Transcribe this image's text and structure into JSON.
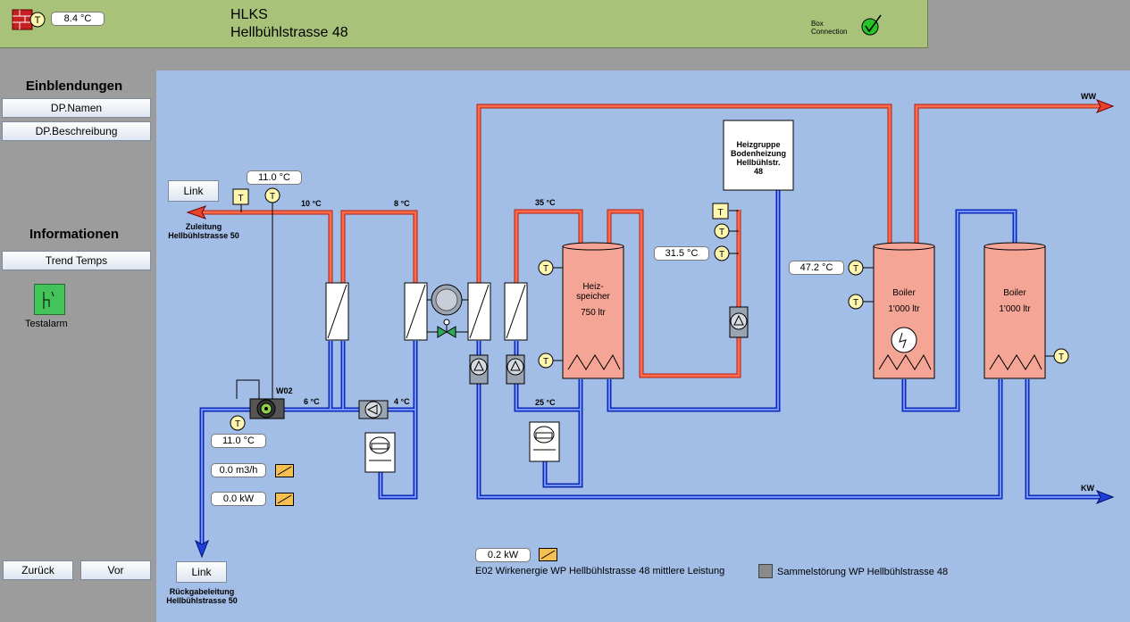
{
  "header": {
    "outside_temp": "8.4 °C",
    "title": "HLKS",
    "subtitle": "Hellbühlstrasse 48",
    "box_connection_line1": "Box",
    "box_connection_line2": "Connection"
  },
  "sidebar": {
    "einblendungen_title": "Einblendungen",
    "dp_namen": "DP.Namen",
    "dp_beschreibung": "DP.Beschreibung",
    "informationen_title": "Informationen",
    "trend_temps": "Trend Temps",
    "testalarm": "Testalarm",
    "zurueck": "Zurück",
    "vor": "Vor"
  },
  "diagram": {
    "link_top": "Link",
    "zuleitung_line1": "Zuleitung",
    "zuleitung_line2": "Hellbühlstrasse 50",
    "link_bottom": "Link",
    "rueckgabe_line1": "Rückgabeleitung",
    "rueckgabe_line2": "Hellbühlstrasse 50",
    "temp_top": "11.0 °C",
    "temp_return": "11.0 °C",
    "flow": "0.0 m3/h",
    "power": "0.0 kW",
    "heizgruppe_temp": "31.5 °C",
    "boiler_temp": "47.2 °C",
    "label_10c": "10 °C",
    "label_8c": "8 °C",
    "label_35c": "35 °C",
    "label_6c": "6 °C",
    "label_4c": "4 °C",
    "label_25c": "25 °C",
    "w02": "W02",
    "heizspeicher_line1": "Heiz-",
    "heizspeicher_line2": "speicher",
    "heizspeicher_volume": "750 ltr",
    "boiler1_title": "Boiler",
    "boiler1_volume": "1'000 ltr",
    "boiler2_title": "Boiler",
    "boiler2_volume": "1'000 ltr",
    "heizgruppe_line1": "Heizgruppe",
    "heizgruppe_line2": "Bodenheizung",
    "heizgruppe_line3": "Hellbühlstr.",
    "heizgruppe_line4": "48",
    "ww": "WW",
    "kw": "KW",
    "energy_value": "0.2 kW",
    "energy_label": "E02 Wirkenergie WP Hellbühlstrasse 48 mittlere Leistung",
    "sammelstoerung_label": "Sammelstörung WP Hellbühlstrasse 48",
    "sensor_T": "T"
  },
  "colors": {
    "hot_pipe": "#e8442c",
    "cold_pipe": "#1f3fd8",
    "tank_fill": "#f4a596",
    "header_bg": "#a9c27a",
    "canvas_bg": "#a2bde6"
  }
}
